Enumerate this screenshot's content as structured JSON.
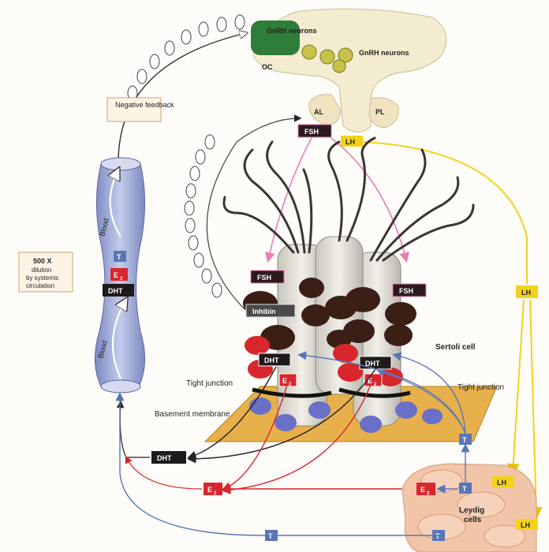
{
  "hypothalamus": {
    "gnrh_top": "GnRH neurons",
    "gnrh_right": "GnRH neurons",
    "oc": "OC",
    "al": "AL",
    "pl": "PL"
  },
  "hormones": {
    "fsh": "FSH",
    "lh": "LH",
    "inhibin": "Inhibin",
    "dht": "DHT",
    "e2_base": "E",
    "e2_sub": "2",
    "t": "T"
  },
  "labels": {
    "negative_feedback": "Negative feedback",
    "dilution_line1": "500 X",
    "dilution_line2": "dilution",
    "dilution_line3": "by systemic",
    "dilution_line4": "circulation",
    "blood": "Blood",
    "sertoli_cell": "Sertoli cell",
    "tight_junction": "Tight junction",
    "basement_membrane": "Basement membrane",
    "leydig_cells": "Leydig cells"
  },
  "colors": {
    "gnrh_green": "#2f7d3a",
    "vessel": "#9aa6d4",
    "lh_yellow": "#f4d21a",
    "fsh_pink": "#e97db5",
    "e2_red": "#d8262c",
    "t_blue": "#5a76b8",
    "germ_brown": "#3b1f16",
    "leydig_peach": "#f2c5a8"
  }
}
